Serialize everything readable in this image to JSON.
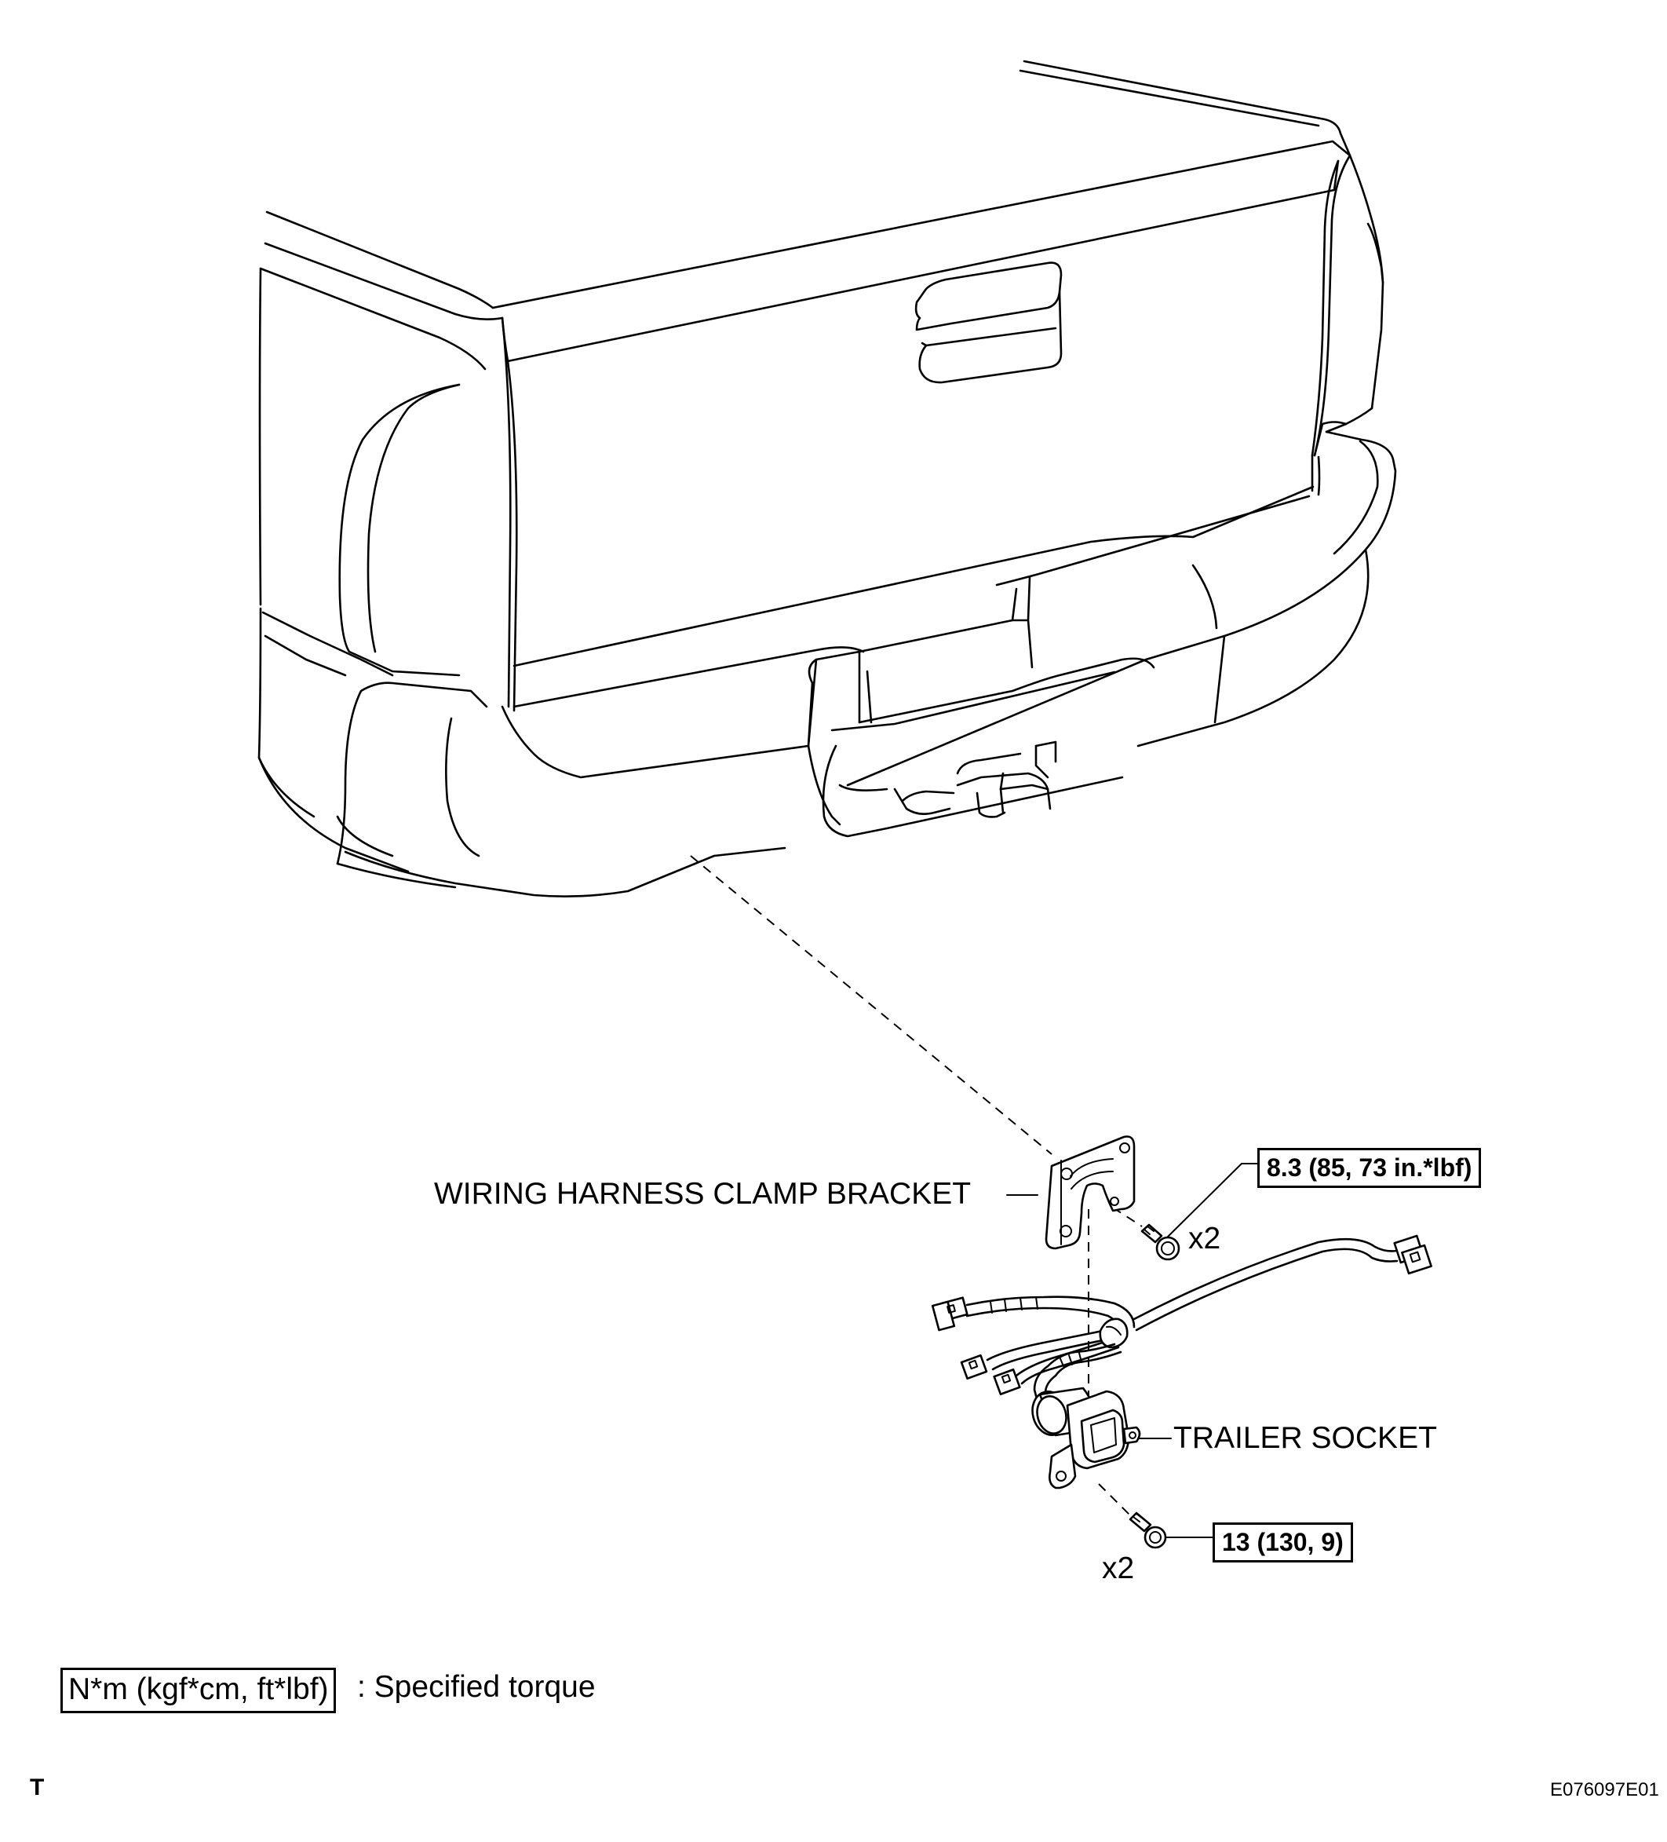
{
  "labels": {
    "bracket": "WIRING HARNESS CLAMP BRACKET",
    "socket": "TRAILER SOCKET",
    "bracket_qty": "x2",
    "socket_qty": "x2"
  },
  "torque": {
    "bracket_bolt": "8.3 (85, 73 in.*lbf)",
    "socket_bolt": "13 (130, 9)"
  },
  "legend": {
    "unit": "N*m (kgf*cm, ft*lbf)",
    "description": ": Specified torque"
  },
  "footer": {
    "left_code": "T",
    "figure_id": "E076097E01"
  }
}
